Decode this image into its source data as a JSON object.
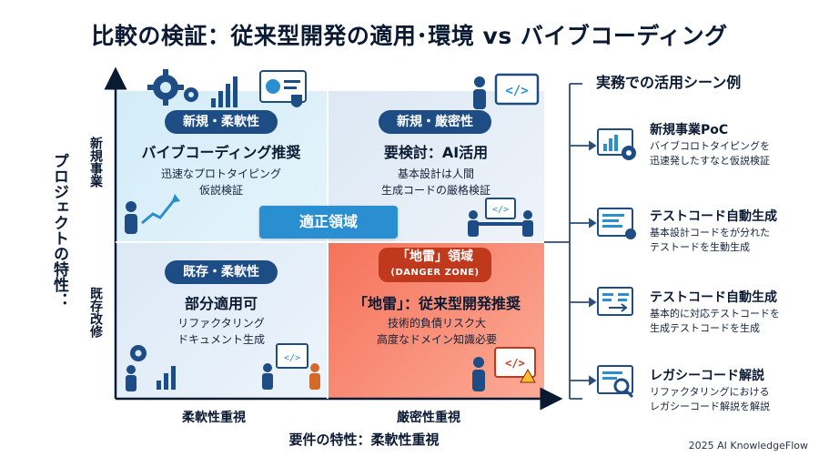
{
  "title": "比較の検証：従来型開発の適用･環境 vs バイブコーディング",
  "axes": {
    "y_label": "プロジェクトの特性：",
    "y_top": "新規事業",
    "y_bottom": "既存改修",
    "x_left": "柔軟性重視",
    "x_right": "厳密性重視",
    "x_label": "要件の特性：柔軟性重視"
  },
  "quadrants": {
    "top_left": {
      "tag": "新規・柔軟性",
      "heading": "バイブコーディング推奨",
      "lines": [
        "迅速なプロトタイピング",
        "仮説検証"
      ]
    },
    "top_right": {
      "tag": "新規・厳密性",
      "heading": "要検討：AI活用",
      "lines": [
        "基本設計は人間",
        "生成コードの厳格検証"
      ]
    },
    "bottom_left": {
      "tag": "既存・柔軟性",
      "heading": "部分適用可",
      "lines": [
        "リファクタリング",
        "ドキュメント生成"
      ]
    },
    "bottom_right": {
      "tag": "「地雷」領域",
      "tag_sub": "(DANGER ZONE)",
      "heading": "「地雷」：従来型開発推奨",
      "lines": [
        "技術的負債リスク大",
        "高度なドメイン知識必要"
      ]
    }
  },
  "center_label": "適正領域",
  "use_cases": {
    "title": "実務での活用シーン例",
    "items": [
      {
        "title": "新規事業PoC",
        "lines": [
          "バイブコロトタイピングを",
          "迅速発したすなと仮説検証"
        ],
        "icon": "dashboard-icon"
      },
      {
        "title": "テストコード自動生成",
        "lines": [
          "基本設計コードをが分れた",
          "テストードを生動生成"
        ],
        "icon": "code-list-icon"
      },
      {
        "title": "テストコード自動生成",
        "lines": [
          "基本的に対応テストコードを",
          "生成テストコードを生成"
        ],
        "icon": "code-compare-icon"
      },
      {
        "title": "レガシーコード解説",
        "lines": [
          "リファクタリングにおける",
          "レガシーコード解説を解説"
        ],
        "icon": "magnifier-code-icon"
      }
    ]
  },
  "footer": "2025 AI KnowledgeFlow",
  "colors": {
    "navy": "#1e4d86",
    "accent_blue": "#2a8fd0",
    "danger": "#c0391d",
    "danger_bg": "#f6725a"
  }
}
